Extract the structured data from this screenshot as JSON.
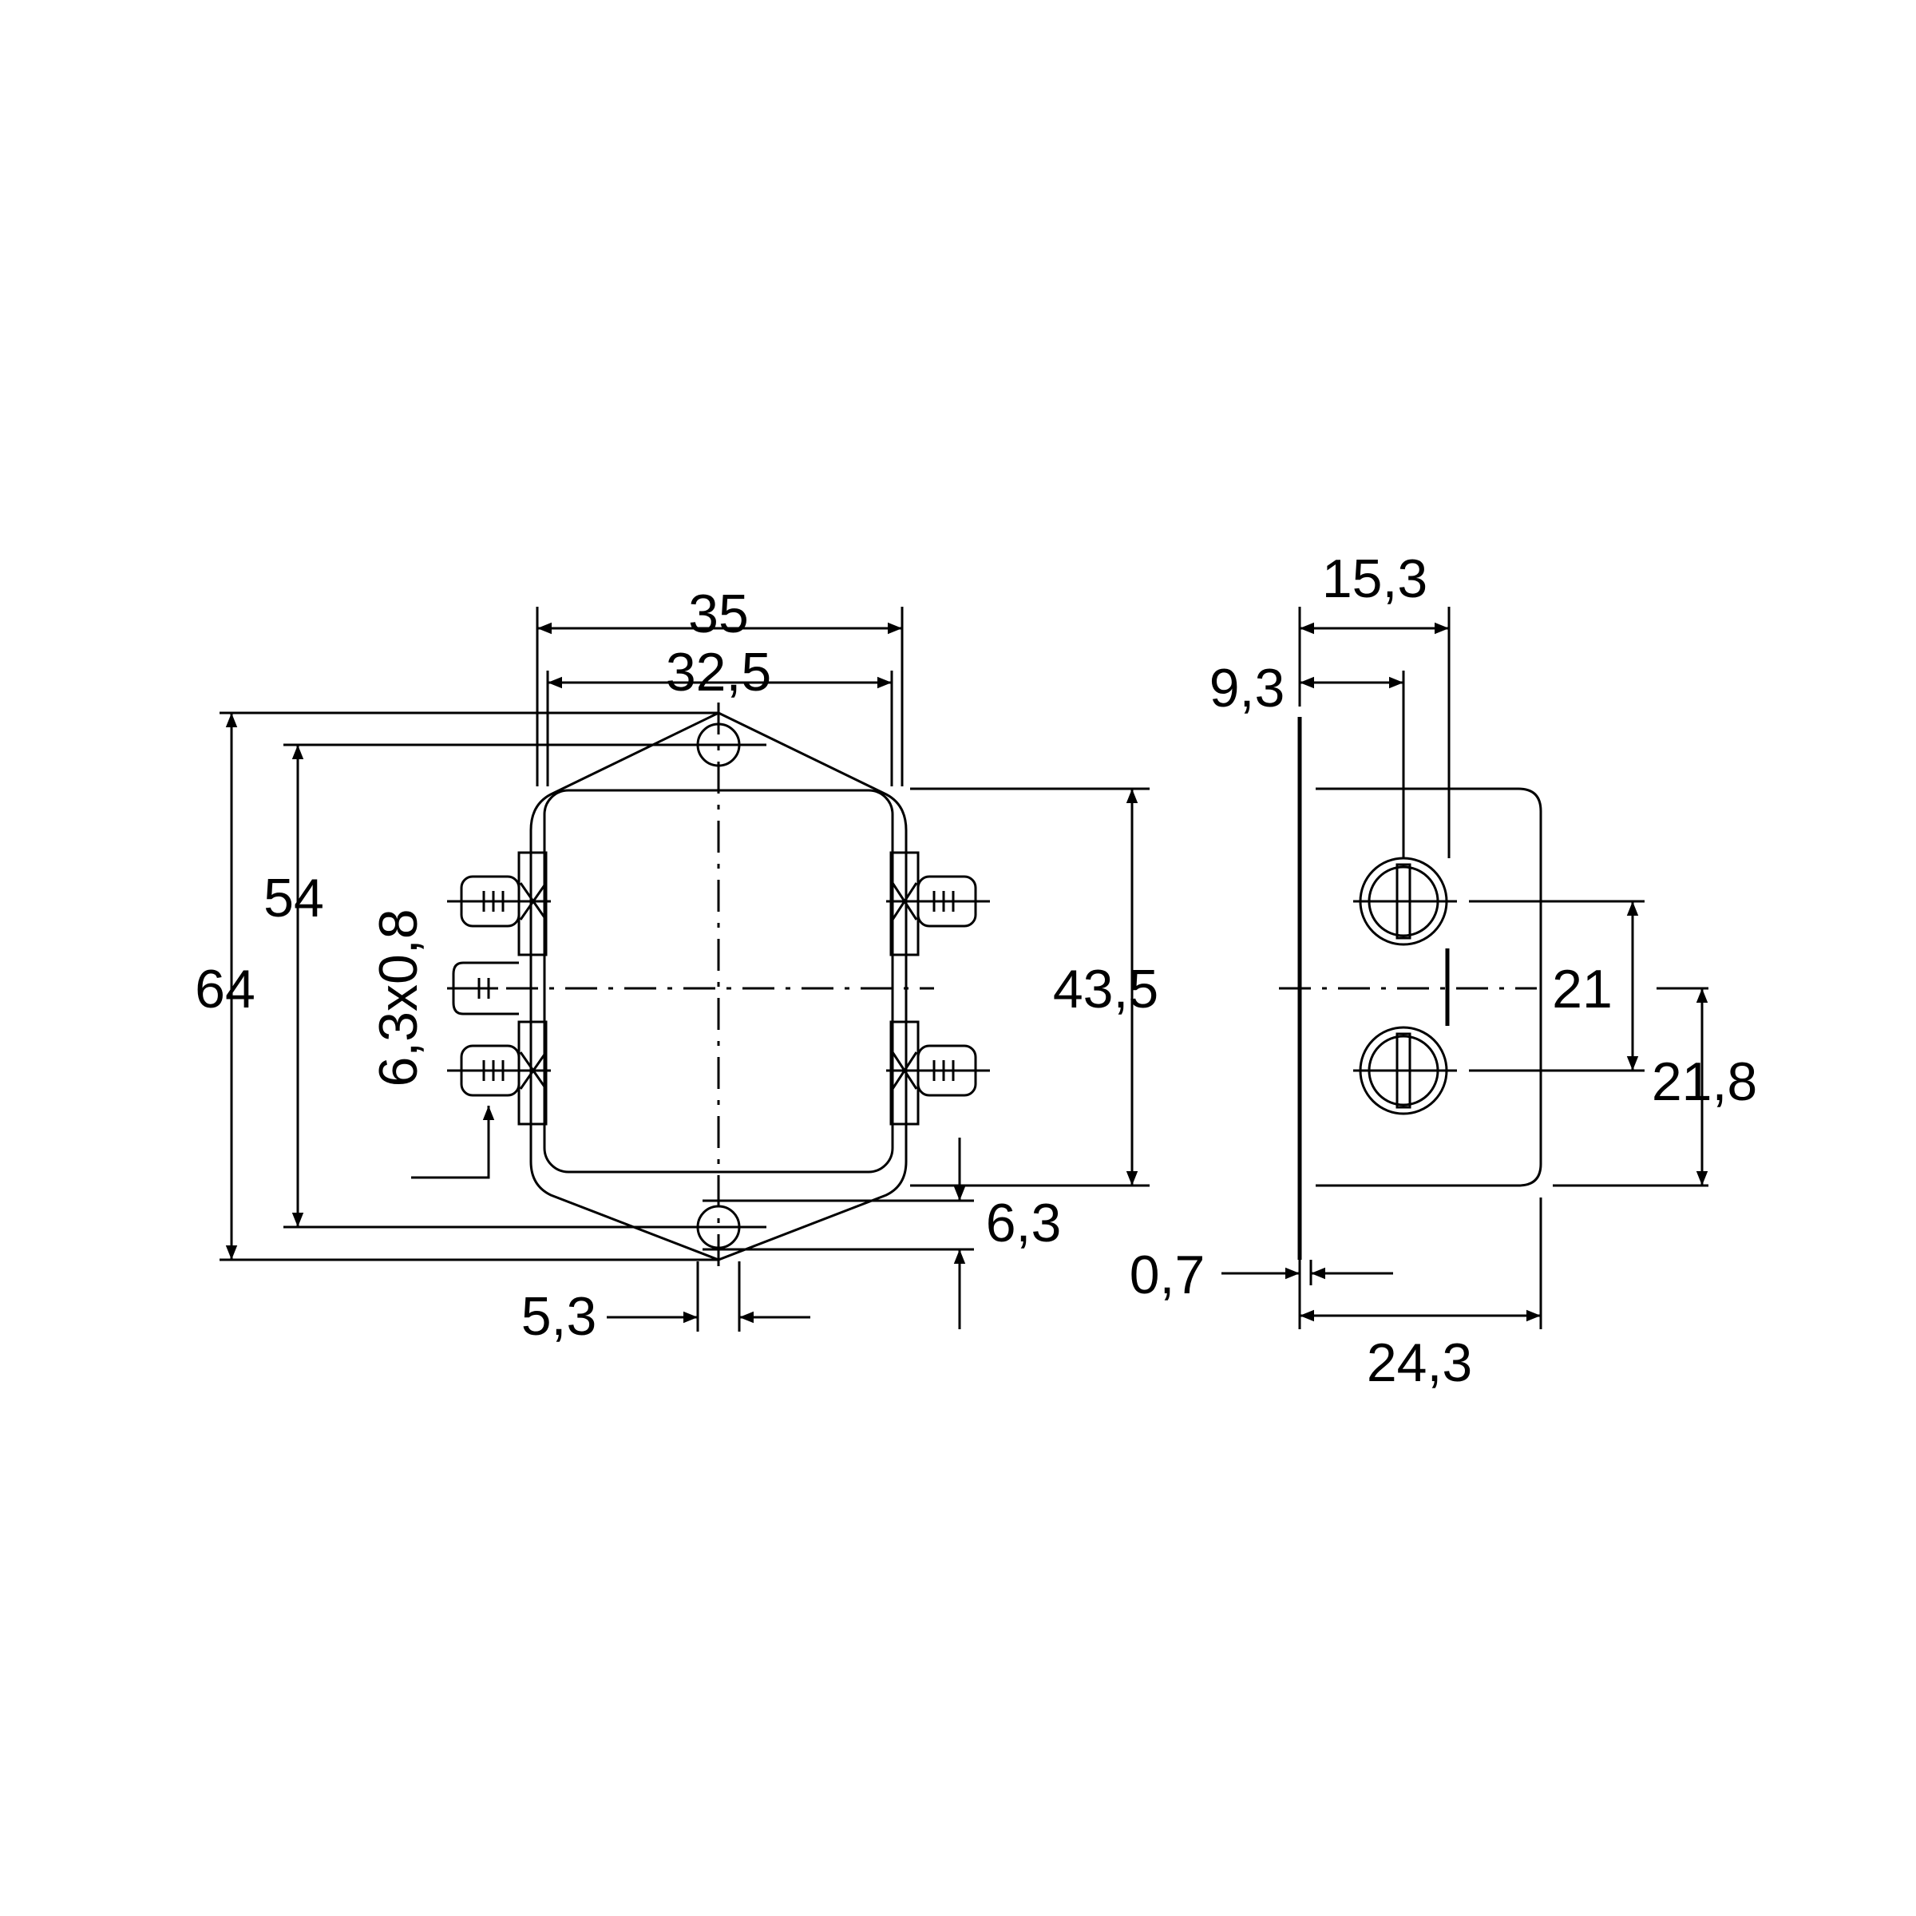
{
  "front_view": {
    "width_overall": "35",
    "width_body": "32,5",
    "height_overall": "64",
    "height_holes": "54",
    "height_body": "43,5",
    "tab_size": "6,3x0,8",
    "hole_diameter": "5,3",
    "hole_offset": "6,3"
  },
  "side_view": {
    "terminal_to_face": "15,3",
    "terminal_first": "9,3",
    "terminal_spacing": "21",
    "terminal_centre": "21,8",
    "flange_thickness": "0,7",
    "depth": "24,3"
  }
}
